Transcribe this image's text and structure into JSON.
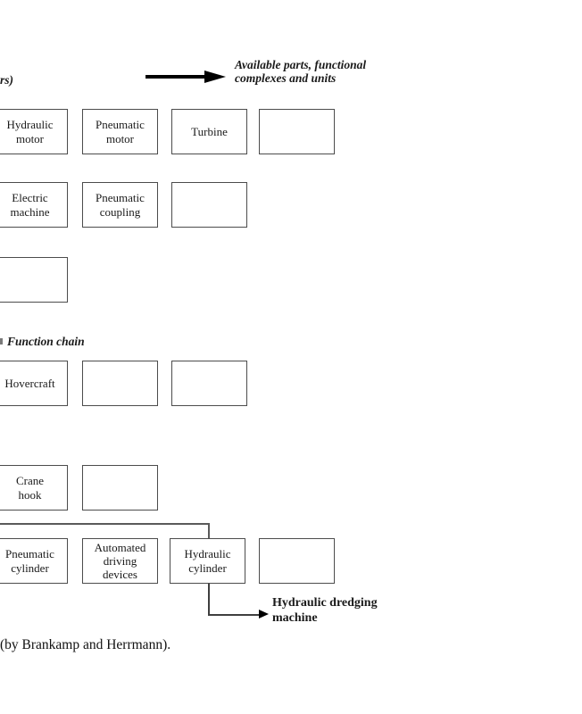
{
  "figure": {
    "cropped_label": "rs)",
    "top_arrow": {
      "label": "Available parts, functional\ncomplexes and units"
    },
    "function_chain": {
      "label": "Function chain"
    },
    "result_arrow": {
      "label": "Hydraulic dredging\nmachine"
    },
    "caption": "(by Brankamp and Herrmann)."
  },
  "colors": {
    "box_border": "#4c4c4c",
    "connector_line": "#5a5a5a",
    "arrow_black": "#000000",
    "text": "#1a1a1a"
  },
  "rows": [
    {
      "boxes": [
        {
          "label": "Hydraulic\nmotor"
        },
        {
          "label": "Pneumatic\nmotor"
        },
        {
          "label": "Turbine"
        },
        {
          "label": ""
        }
      ]
    },
    {
      "boxes": [
        {
          "label": "Electric\nmachine"
        },
        {
          "label": "Pneumatic\ncoupling"
        },
        {
          "label": ""
        }
      ]
    },
    {
      "boxes": [
        {
          "label": ""
        }
      ]
    },
    {
      "boxes": [
        {
          "label": "Hovercraft"
        },
        {
          "label": ""
        },
        {
          "label": ""
        }
      ]
    },
    {
      "boxes": [
        {
          "label": "Crane\nhook"
        },
        {
          "label": ""
        }
      ]
    },
    {
      "boxes": [
        {
          "label": "Pneumatic\ncylinder"
        },
        {
          "label": "Automated\ndriving\ndevices"
        },
        {
          "label": "Hydraulic\ncylinder"
        },
        {
          "label": ""
        }
      ]
    }
  ]
}
